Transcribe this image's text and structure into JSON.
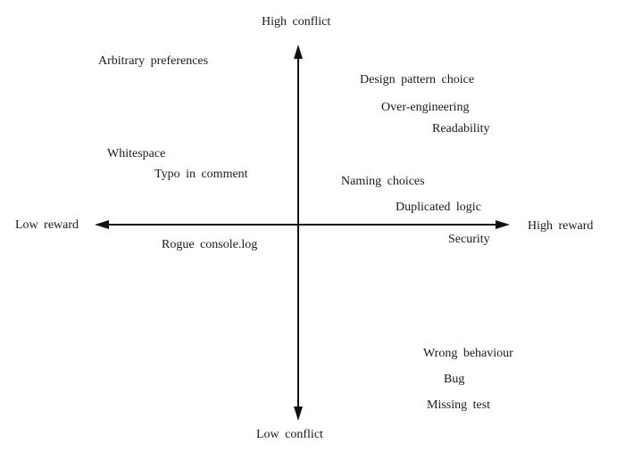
{
  "axes": {
    "top": "High conflict",
    "bottom": "Low conflict",
    "left": "Low reward",
    "right": "High reward"
  },
  "items": [
    {
      "key": "arbitrary-preferences",
      "label": "Arbitrary preferences"
    },
    {
      "key": "design-pattern-choice",
      "label": "Design pattern choice"
    },
    {
      "key": "over-engineering",
      "label": "Over-engineering"
    },
    {
      "key": "readability",
      "label": "Readability"
    },
    {
      "key": "whitespace",
      "label": "Whitespace"
    },
    {
      "key": "typo-in-comment",
      "label": "Typo in comment"
    },
    {
      "key": "naming-choices",
      "label": "Naming choices"
    },
    {
      "key": "duplicated-logic",
      "label": "Duplicated logic"
    },
    {
      "key": "security",
      "label": "Security"
    },
    {
      "key": "rogue-console-log",
      "label": "Rogue console.log"
    },
    {
      "key": "wrong-behaviour",
      "label": "Wrong behaviour"
    },
    {
      "key": "bug",
      "label": "Bug"
    },
    {
      "key": "missing-test",
      "label": "Missing test"
    }
  ]
}
